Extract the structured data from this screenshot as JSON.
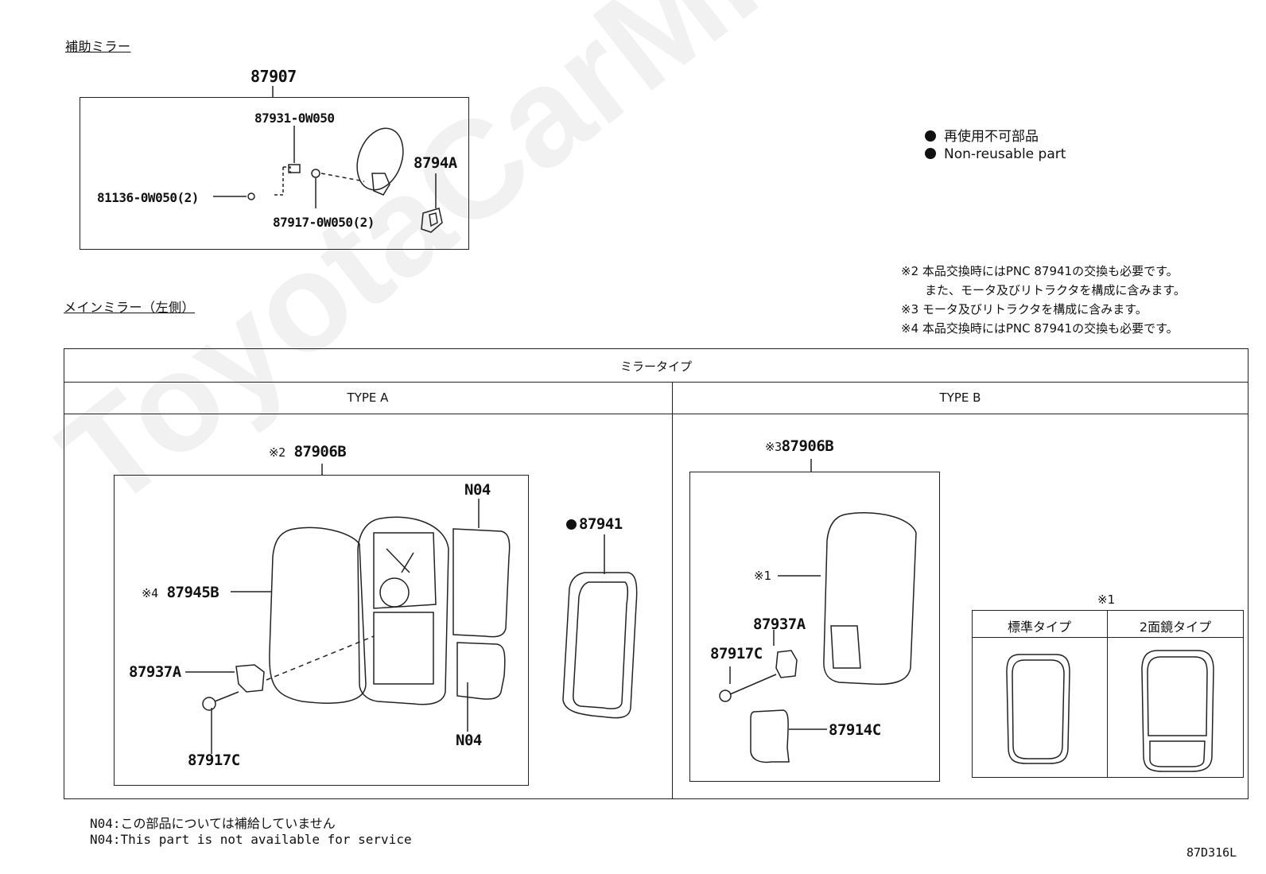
{
  "aux_mirror": {
    "section_title": "補助ミラー",
    "assembly_pn": "87907",
    "parts": {
      "p1": "87931-0W050",
      "p2": "8794A",
      "p3": "81136-0W050(2)",
      "p4": "87917-0W050(2)"
    }
  },
  "legend": {
    "jp": "再使用不可部品",
    "en": "Non-reusable part"
  },
  "notes": [
    "※2 本品交換時にはPNC 87941の交換も必要です。",
    "　　また、モータ及びリトラクタを構成に含みます。",
    "※3 モータ及びリトラクタを構成に含みます。",
    "※4 本品交換時にはPNC 87941の交換も必要です。"
  ],
  "main_mirror": {
    "section_title": "メインミラー（左側）",
    "table_header": "ミラータイプ",
    "type_a": "TYPE A",
    "type_b": "TYPE B"
  },
  "type_a_parts": {
    "assembly_mark": "※2",
    "assembly_pn": "87906B",
    "n04_top": "N04",
    "n04_bottom": "N04",
    "glass_mark": "※4",
    "glass_pn": "87945B",
    "bracket_pn": "87937A",
    "screw_pn": "87917C",
    "seal_pn": "87941"
  },
  "type_b_parts": {
    "assembly_mark": "※3",
    "assembly_pn": "87906B",
    "ref_mark": "※1",
    "bracket_pn": "87937A",
    "screw_pn": "87917C",
    "cover_pn": "87914C"
  },
  "glass_types": {
    "mark": "※1",
    "standard": "標準タイプ",
    "dual": "2面鏡タイプ"
  },
  "footnotes": {
    "jp": "N04:この部品については補給していません",
    "en": "N04:This part is not available for service"
  },
  "figure_code": "87D316L",
  "watermark": "ToyotaCarMine.ru"
}
